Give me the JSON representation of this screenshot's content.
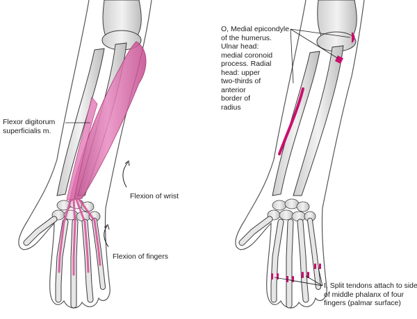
{
  "labels": {
    "origin": [
      "O, Medial epicondyle",
      "of the humerus.",
      "Ulnar head:",
      "medial coronoid",
      "process. Radial",
      "head: upper",
      "two-thirds of",
      "anterior",
      "border of",
      "radius"
    ],
    "muscle": [
      "Flexor digitorum",
      "superficialis m."
    ],
    "wrist_motion": "Flexion of wrist",
    "finger_motion": "Flexion of fingers",
    "insertion": [
      "I, Split tendons attach to sides",
      "of middle phalanx of four",
      "fingers (palmar surface)"
    ]
  },
  "colors": {
    "muscle": "#d9559c",
    "attachment": "#c8106e",
    "bone_fill": "#e6e6e6",
    "bone_stroke": "#3a3a3a",
    "arm_outline": "#555555"
  },
  "icons": {
    "wrist_arrow": "curved-arrow-up-icon",
    "finger_arrow": "curved-arrow-up-icon"
  }
}
